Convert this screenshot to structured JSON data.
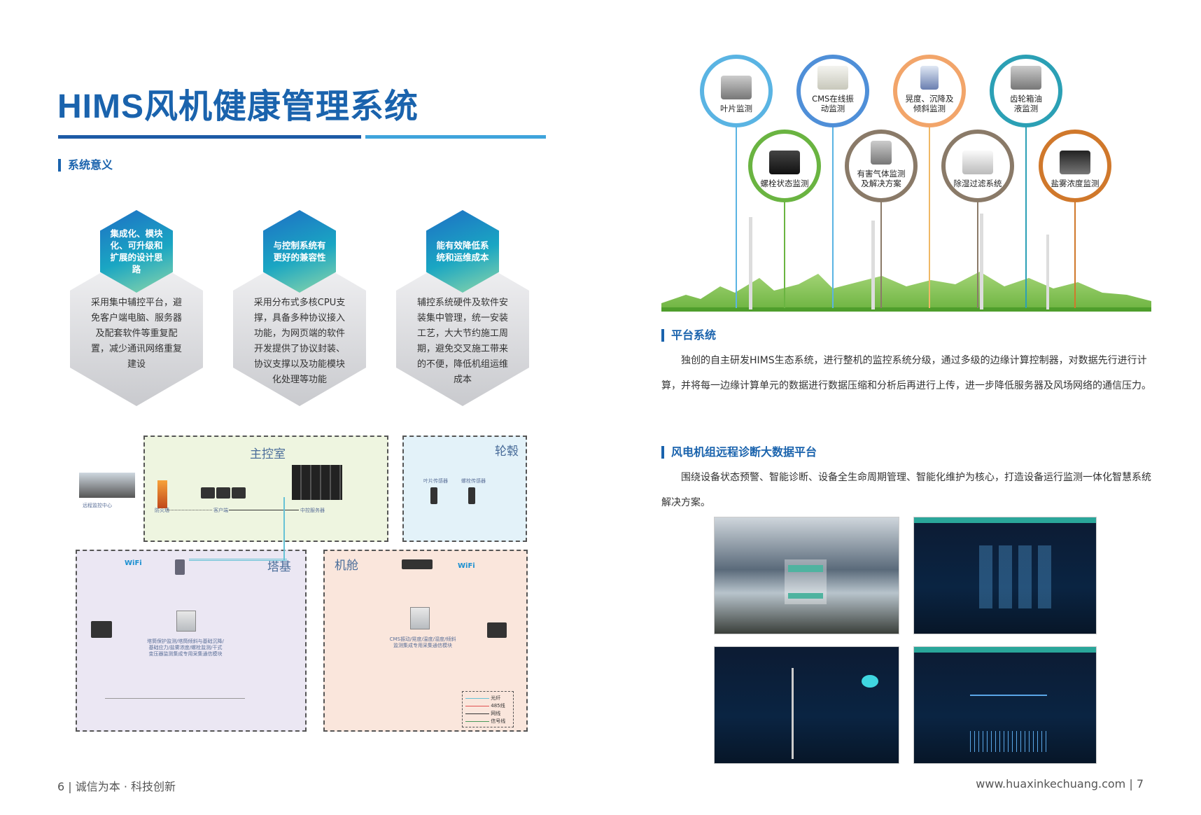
{
  "left": {
    "title": "HIMS风机健康管理系统",
    "section": "系统意义",
    "cards": [
      {
        "heading": "集成化、模块化、可升级和扩展的设计思路",
        "body": "采用集中辅控平台，避免客户端电脑、服务器及配套软件等重复配置，减少通讯网络重复建设"
      },
      {
        "heading": "与控制系统有更好的兼容性",
        "body": "采用分布式多核CPU支撑，具备多种协议接入功能，为网页端的软件开发提供了协议封装、协议支撑以及功能模块化处理等功能"
      },
      {
        "heading": "能有效降低系统和运维成本",
        "body": "辅控系统硬件及软件安装集中管理，统一安装工艺，大大节约施工周期，避免交叉施工带来的不便，降低机组运维成本"
      }
    ],
    "diagram": {
      "zones": {
        "control": "主控室",
        "hub": "轮毂",
        "tower": "塔基",
        "nacelle": "机舱"
      },
      "remote": "远程监控中心",
      "firewall": "防火墙",
      "client": "客户端",
      "server": "中控服务器",
      "hub_devices": [
        "叶片传感器",
        "螺栓传感器"
      ],
      "wifi": "WiFi",
      "tower_center": "塔筒保护监测/塔筒倾斜与基础沉降/基础应力/盐雾浓度/螺栓监测/干式变压器监测集成专用采集通信模块",
      "nacelle_center": "CMS振动/晃度/温度/湿度/倾斜监测集成专用采集通信模块",
      "legend": [
        "光纤",
        "485线",
        "网线",
        "信号线"
      ]
    },
    "footer": "6 | 诚信为本 · 科技创新"
  },
  "right": {
    "monitors": [
      "叶片监测",
      "CMS在线振动监测",
      "晃度、沉降及倾斜监测",
      "齿轮箱油液监测",
      "螺栓状态监测",
      "有害气体监测及解决方案",
      "除湿过滤系统",
      "盐雾浓度监测"
    ],
    "platform": {
      "heading": "平台系统",
      "body": "独创的自主研发HIMS生态系统，进行整机的监控系统分级，通过多级的边缘计算控制器，对数据先行进行计算，并将每一边缘计算单元的数据进行数据压缩和分析后再进行上传，进一步降低服务器及风场网络的通信压力。"
    },
    "bigdata": {
      "heading": "风电机组远程诊断大数据平台",
      "body": "围绕设备状态预警、智能诊断、设备全生命周期管理、智能化维护为核心，打造设备运行监测一体化智慧系统解决方案。"
    },
    "footer": "www.huaxinkechuang.com | 7"
  },
  "colors": {
    "brand": "#1a63ad",
    "accent": "#3fa4dc",
    "grass": "#7cc04a"
  }
}
